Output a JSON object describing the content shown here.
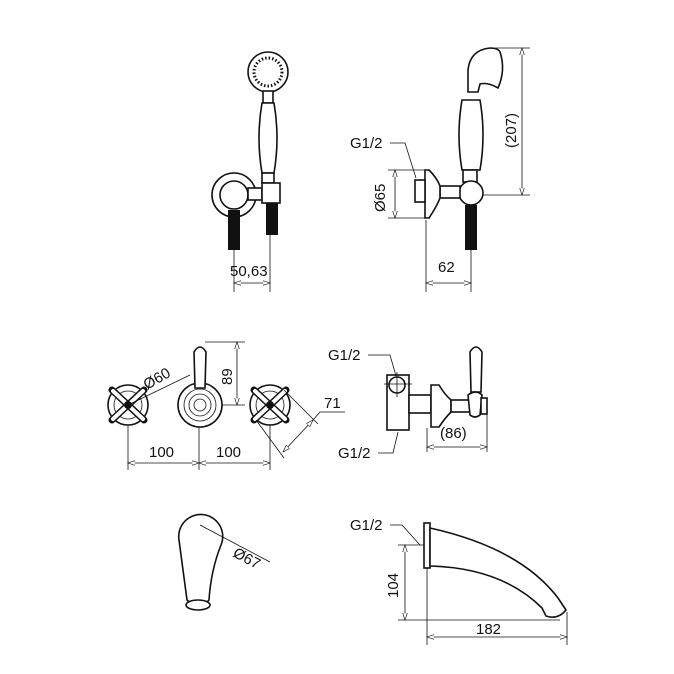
{
  "dimensions": {
    "handshower_front_spacing": "50,63",
    "handshower_height": "(207)",
    "handshower_flange_diameter": "Ø65",
    "handshower_projection": "62",
    "handshower_thread": "G1/2",
    "valve_handle_diameter": "Ø60",
    "valve_lever_height": "89",
    "valve_cross_size": "71",
    "valve_spacing_left": "100",
    "valve_spacing_right": "100",
    "valve_thread_top": "G1/2",
    "valve_thread_bottom": "G1/2",
    "valve_projection": "(86)",
    "spout_diameter": "Ø67",
    "spout_thread": "G1/2",
    "spout_height": "104",
    "spout_length": "182"
  }
}
